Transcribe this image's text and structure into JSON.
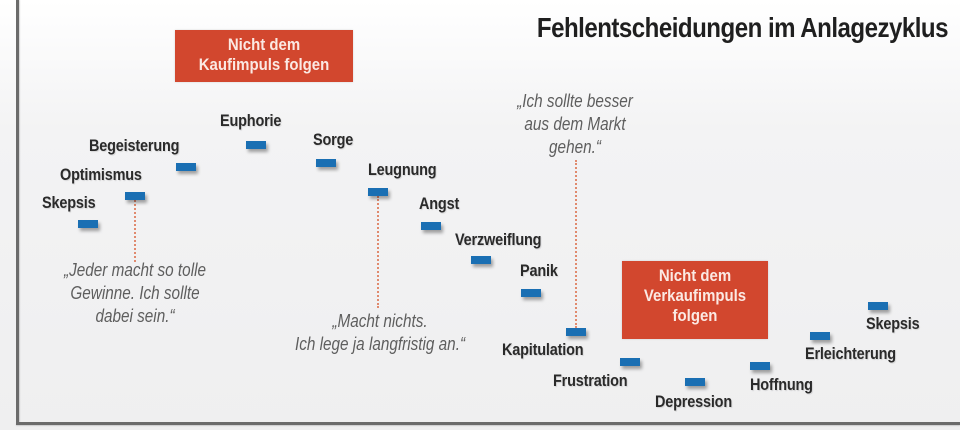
{
  "title": "Fehlentscheidungen im Anlagezyklus",
  "callouts": {
    "buy": {
      "lines": [
        "Nicht dem",
        "Kaufimpuls folgen"
      ],
      "color": "#d2472e"
    },
    "sell": {
      "lines": [
        "Nicht dem",
        "Verkaufimpuls",
        "folgen"
      ],
      "color": "#d2472e"
    }
  },
  "quotes": {
    "q1": {
      "lines": [
        "„Jeder macht so tolle",
        "Gewinne. Ich sollte",
        "dabei sein.“"
      ]
    },
    "q2": {
      "lines": [
        "„Macht nichts.",
        "Ich lege ja langfristig an.“"
      ]
    },
    "q3": {
      "lines": [
        "„Ich sollte besser",
        "aus dem Markt",
        "gehen.“"
      ]
    }
  },
  "stages": [
    {
      "label": "Skepsis"
    },
    {
      "label": "Optimismus"
    },
    {
      "label": "Begeisterung"
    },
    {
      "label": "Euphorie"
    },
    {
      "label": "Sorge"
    },
    {
      "label": "Leugnung"
    },
    {
      "label": "Angst"
    },
    {
      "label": "Verzweiflung"
    },
    {
      "label": "Panik"
    },
    {
      "label": "Kapitulation"
    },
    {
      "label": "Frustration"
    },
    {
      "label": "Depression"
    },
    {
      "label": "Hoffnung"
    },
    {
      "label": "Erleichterung"
    },
    {
      "label": "Skepsis"
    }
  ],
  "colors": {
    "marker": "#1a6fb3",
    "callout": "#d2472e",
    "dotted_line": "#e08a6e",
    "quote_text": "#5e5e5e"
  }
}
